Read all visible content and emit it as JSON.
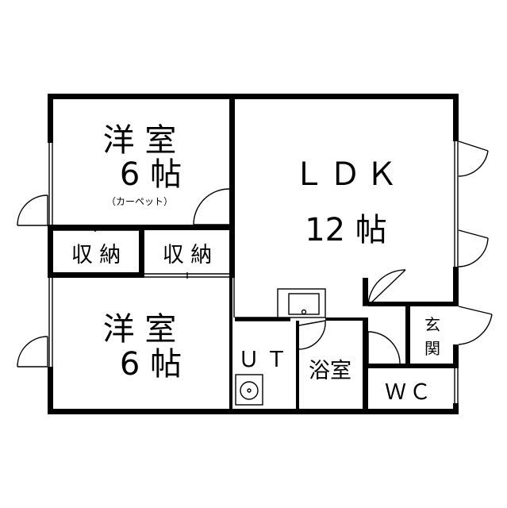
{
  "rooms": {
    "western_room_1": {
      "name": "洋 室",
      "size": "6 帖",
      "note": "（カーペット）"
    },
    "western_room_2": {
      "name": "洋 室",
      "size": "6 帖"
    },
    "ldk": {
      "name": "ＬＤＫ",
      "size": "12 帖"
    },
    "storage_1": {
      "name": "収 納"
    },
    "storage_2": {
      "name": "収 納"
    },
    "utility": {
      "name": "ＵＴ"
    },
    "bath": {
      "name": "浴室"
    },
    "entrance": {
      "name_line1": "玄",
      "name_line2": "関"
    },
    "toilet": {
      "name": "ＷＣ"
    }
  },
  "colors": {
    "wall": "#000000",
    "background": "#ffffff"
  }
}
